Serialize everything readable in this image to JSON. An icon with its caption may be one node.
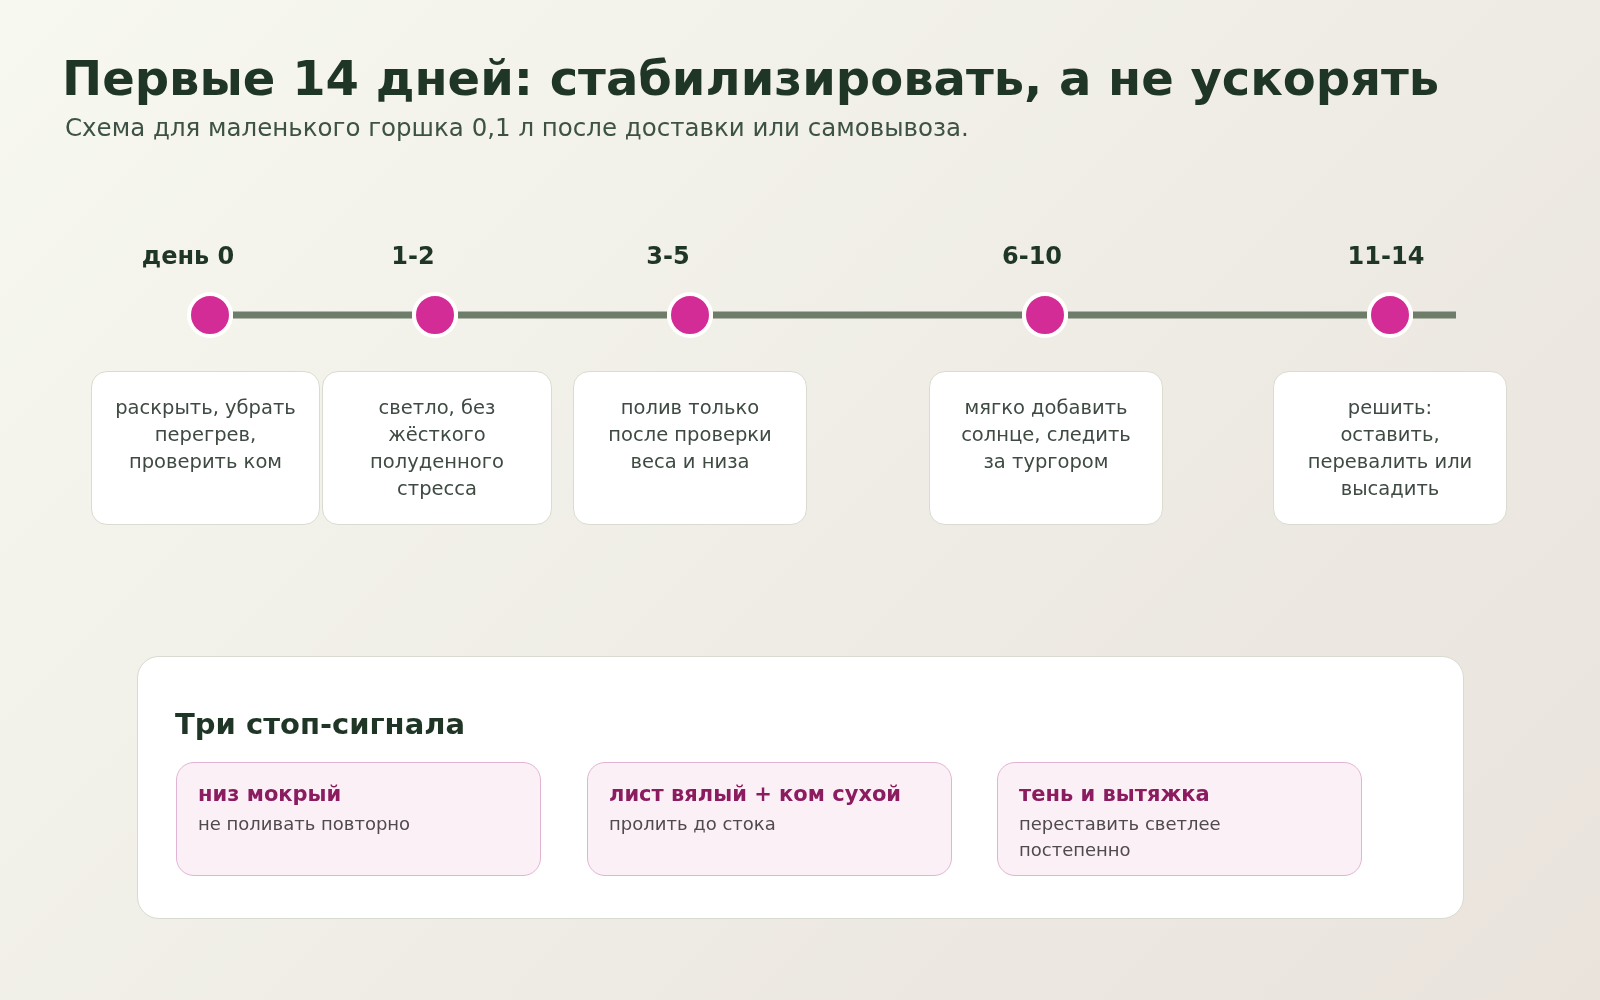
{
  "diagram": {
    "title": "Первые 14 дней: стабилизировать, а не ускорять",
    "nodes": [
      {
        "text": [],
        "shape": "circle",
        "beside": [
          "день 0"
        ]
      },
      {
        "text": [],
        "shape": "circle",
        "beside": [
          "1-2"
        ]
      },
      {
        "text": [],
        "shape": "circle",
        "beside": [
          "3-5"
        ]
      },
      {
        "text": [],
        "shape": "circle",
        "beside": [
          "6-10"
        ]
      },
      {
        "text": [],
        "shape": "circle",
        "beside": [
          "11-14"
        ]
      },
      {
        "text": [
          "раскрыть, убрать перегрев, проверить ком"
        ]
      },
      {
        "text": [
          "светло, без жёсткого полуденного стресса"
        ]
      },
      {
        "text": [
          "полив только после проверки веса и низа"
        ]
      },
      {
        "text": [
          "мягко добавить солнце, следить за тургором"
        ]
      },
      {
        "text": [
          "решить: оставить, перевалить или высадить"
        ]
      },
      {
        "text": [
          "Три стоп-сигнала"
        ]
      },
      {
        "text": [
          "низ мокрый",
          "не поливать повторно"
        ],
        "in": 10
      },
      {
        "text": [
          "лист вялый + ком сухой",
          "пролить до стока"
        ],
        "in": 10
      },
      {
        "text": [
          "тень и вытяжка",
          "переставить светлее постепенно"
        ],
        "in": 10
      }
    ],
    "edges": [
      {
        "from": 0,
        "to": 1,
        "arrow": "none"
      },
      {
        "from": 1,
        "to": 2,
        "arrow": "none"
      },
      {
        "from": 2,
        "to": 3,
        "arrow": "none"
      },
      {
        "from": 3,
        "to": 4,
        "arrow": "none"
      },
      {
        "from": 4,
        "to": null,
        "arrow": "none"
      }
    ],
    "labels": [
      "Схема для маленького горшка 0,1 л после доставки или самовывоза."
    ]
  }
}
